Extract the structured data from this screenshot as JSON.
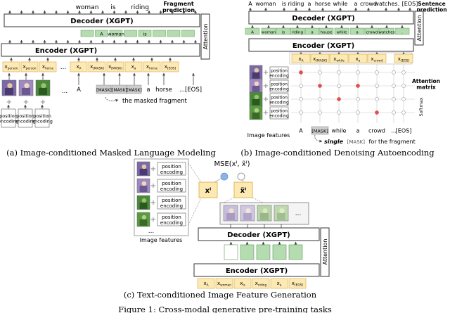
{
  "panel_a": {
    "decoder_outputs": [
      "woman",
      "is",
      "riding"
    ],
    "fragment_label": "Fragment\nprediction",
    "decoder_label": "Decoder (XGPT)",
    "attention_label": "Attention",
    "decoder_inputs": [
      "A",
      "woman",
      "is"
    ],
    "encoder_label": "Encoder (XGPT)",
    "encoder_tokens": [
      "x_person",
      "x_person",
      "x_horse",
      "...",
      "x_A",
      "x_[MASK]",
      "x_[MASK]",
      "x_a",
      "x_horse",
      "x_[EOS]"
    ],
    "image_ellipsis": "...",
    "text_tokens": [
      "A",
      "[MASK]",
      "[MASK]",
      "[MASK]",
      "a",
      "horse",
      "...",
      "[EOS]"
    ],
    "masked_note": "the masked fragment",
    "position_label": "position\nencoding",
    "caption": "(a) Image-conditioned Masked Language Modeling"
  },
  "panel_b": {
    "decoder_outputs": [
      "A",
      "woman",
      "is",
      "riding",
      "a",
      "horse",
      "while",
      "a",
      "crowd",
      "watches",
      ".",
      "[EOS]"
    ],
    "sentence_label": "Sentence\nprediction",
    "decoder_label": "Decoder (XGPT)",
    "attention_label": "Attention",
    "decoder_inputs": [
      "A",
      "woman",
      "is",
      "riding",
      "a",
      "house",
      "while",
      "a",
      "crowd",
      "watches",
      "."
    ],
    "encoder_label": "Encoder (XGPT)",
    "encoder_tokens": [
      "x_A",
      "x_[MASK]",
      "x_while",
      "x_a",
      "x_crowd",
      "x_[EOS]"
    ],
    "attention_matrix_label": "Attention\nmatrix",
    "softmax_label": "Softmax",
    "position_label": "position\nencoding",
    "image_features_label": "Image features",
    "text_tokens": [
      "A",
      "[MASK]",
      "while",
      "a",
      "crowd",
      "...",
      "[EOS]"
    ],
    "note_bold": "single",
    "note_mask": "[MASK]",
    "note_rest": "for the fragment",
    "caption": "(b) Image-conditioned Denoising Autoencoding"
  },
  "panel_c": {
    "position_label": "position\nencoding",
    "image_features_label": "Image features",
    "ellipsis": "...",
    "mse_label": "MSE(xᴵ, x̃ᴵ)",
    "x_label": "xᴵ",
    "xtilde_label": "x̃ᴵ",
    "decoder_label": "Decoder (XGPT)",
    "encoder_label": "Encoder (XGPT)",
    "attention_label": "Attention",
    "encoder_tokens": [
      "x_A",
      "x_woman",
      "x_is",
      "x_riding",
      "x_a",
      "x_[EOS]"
    ],
    "caption": "(c) Text-conditioned Image Feature Generation"
  },
  "figure_caption": "Figure 1: Cross-modal generative pre-training tasks",
  "colors": {
    "token_fill": "#fde9b4",
    "token_stroke": "#d9a93a",
    "green_fill": "#b4dcb0",
    "green_stroke": "#5a9a55",
    "mask_fill": "#cccccc",
    "arrow_green": "#6aaa6a",
    "dot_red": "#e05050",
    "dot_grey": "#a8a8a8",
    "circle_blue": "#8ab4e8",
    "plus_grey": "#999999"
  }
}
